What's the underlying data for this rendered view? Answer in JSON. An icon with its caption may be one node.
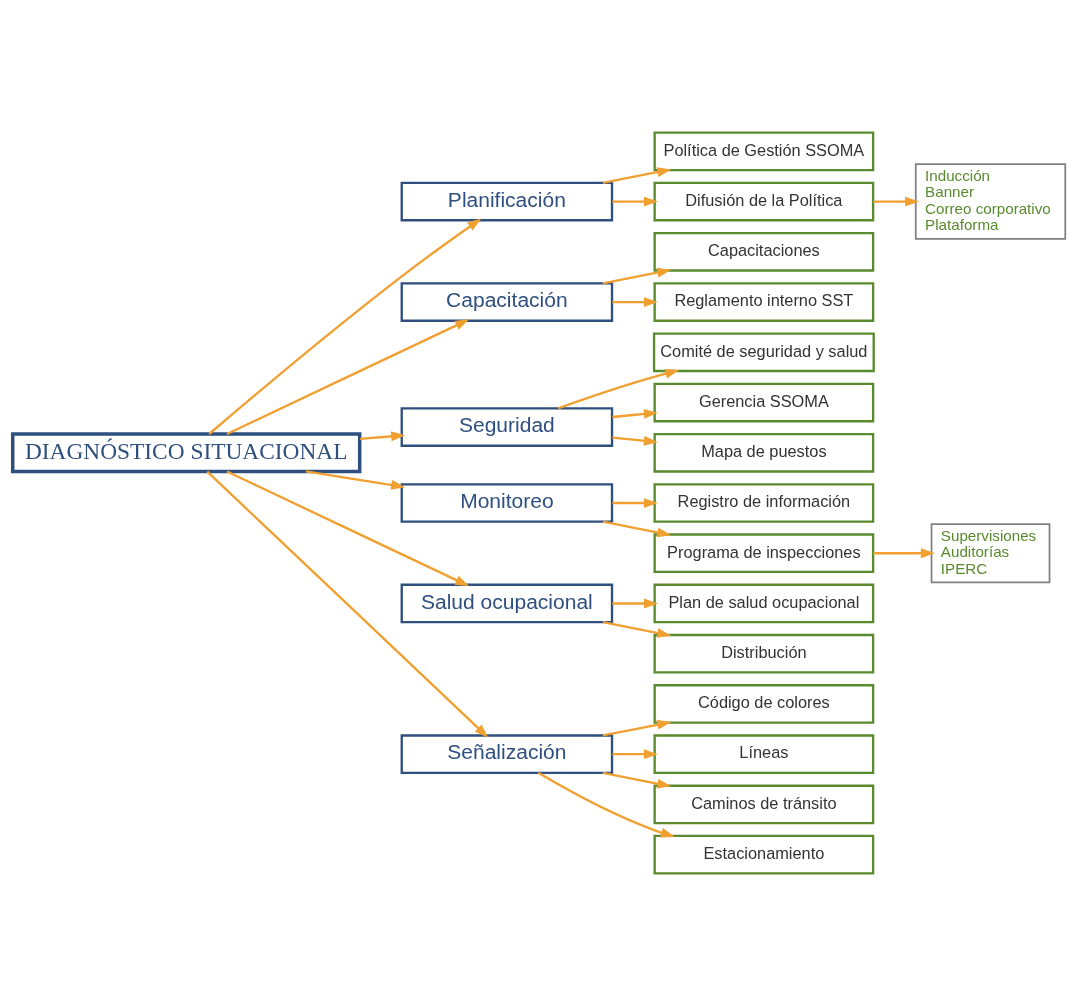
{
  "diagram": {
    "nodes": [
      {
        "text": [
          "DIAGNÓSTICO SITUACIONAL"
        ]
      },
      {
        "text": [
          "Planificación"
        ]
      },
      {
        "text": [
          "Política de Gestión SSOMA"
        ]
      },
      {
        "text": [
          "Difusión de la Política"
        ]
      },
      {
        "text": [
          "Inducción",
          "Banner",
          "Correo corporativo",
          "Plataforma"
        ]
      },
      {
        "text": [
          "Capacitación"
        ]
      },
      {
        "text": [
          "Capacitaciones"
        ]
      },
      {
        "text": [
          "Reglamento interno SST"
        ]
      },
      {
        "text": [
          "Seguridad"
        ]
      },
      {
        "text": [
          "Comité de seguridad y salud"
        ]
      },
      {
        "text": [
          "Gerencia SSOMA"
        ]
      },
      {
        "text": [
          "Mapa de puestos"
        ]
      },
      {
        "text": [
          "Monitoreo"
        ]
      },
      {
        "text": [
          "Registro de información"
        ]
      },
      {
        "text": [
          "Programa de inspecciones"
        ]
      },
      {
        "text": [
          "Supervisiones",
          "Auditorías",
          "IPERC"
        ]
      },
      {
        "text": [
          "Salud ocupacional"
        ]
      },
      {
        "text": [
          "Plan de salud ocupacional"
        ]
      },
      {
        "text": [
          "Distribución"
        ]
      },
      {
        "text": [
          "Señalización"
        ]
      },
      {
        "text": [
          "Código de colores"
        ]
      },
      {
        "text": [
          "Líneas"
        ]
      },
      {
        "text": [
          "Caminos de tránsito"
        ]
      },
      {
        "text": [
          "Estacionamiento"
        ]
      }
    ],
    "edges": [
      {
        "from": 0,
        "to": 1,
        "arrow": "to"
      },
      {
        "from": 1,
        "to": 2,
        "arrow": "to"
      },
      {
        "from": 1,
        "to": 3,
        "arrow": "to"
      },
      {
        "from": 3,
        "to": 4,
        "arrow": "to"
      },
      {
        "from": 0,
        "to": 5,
        "arrow": "to"
      },
      {
        "from": 5,
        "to": 6,
        "arrow": "to"
      },
      {
        "from": 5,
        "to": 7,
        "arrow": "to"
      },
      {
        "from": 0,
        "to": 8,
        "arrow": "to"
      },
      {
        "from": 8,
        "to": 9,
        "arrow": "to"
      },
      {
        "from": 8,
        "to": 10,
        "arrow": "to"
      },
      {
        "from": 8,
        "to": 11,
        "arrow": "to"
      },
      {
        "from": 0,
        "to": 12,
        "arrow": "to"
      },
      {
        "from": 12,
        "to": 13,
        "arrow": "to"
      },
      {
        "from": 12,
        "to": 14,
        "arrow": "to"
      },
      {
        "from": 14,
        "to": 15,
        "arrow": "to"
      },
      {
        "from": 0,
        "to": 16,
        "arrow": "to"
      },
      {
        "from": 16,
        "to": 17,
        "arrow": "to"
      },
      {
        "from": 16,
        "to": 18,
        "arrow": "to"
      },
      {
        "from": 0,
        "to": 19,
        "arrow": "to"
      },
      {
        "from": 19,
        "to": 20,
        "arrow": "to"
      },
      {
        "from": 19,
        "to": 21,
        "arrow": "to"
      },
      {
        "from": 19,
        "to": 22,
        "arrow": "to"
      },
      {
        "from": 19,
        "to": 23,
        "arrow": "to"
      }
    ]
  }
}
